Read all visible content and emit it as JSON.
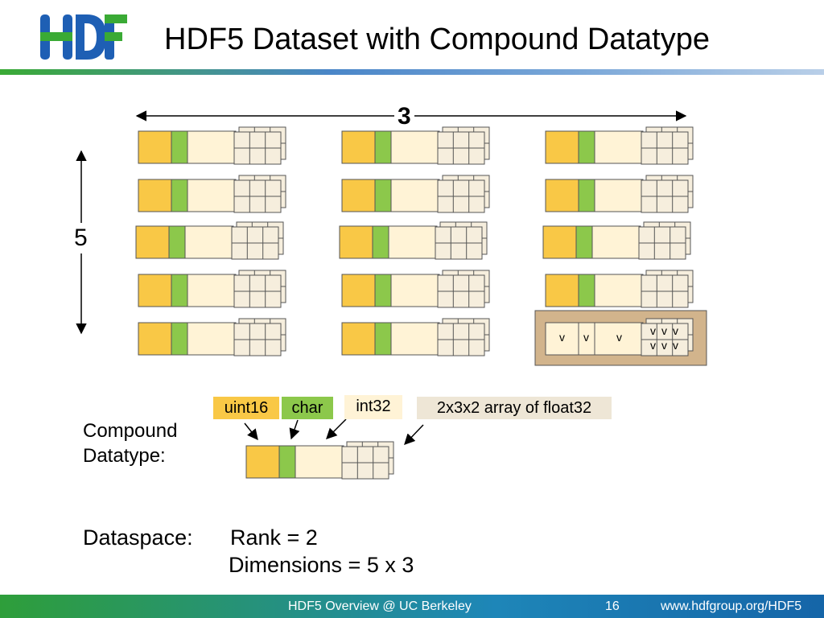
{
  "slide": {
    "title": "HDF5 Dataset with Compound Datatype",
    "logo_text": "HDF",
    "dim_cols_label": "3",
    "dim_rows_label": "5",
    "cell_marks": [
      "v",
      "v",
      "v",
      "v",
      "v",
      "v",
      "v",
      "v",
      "v"
    ]
  },
  "compound": {
    "label_line1": "Compound",
    "label_line2": "Datatype:",
    "fields": [
      "uint16",
      "char",
      "int32",
      "2x3x2 array of float32"
    ]
  },
  "dataspace": {
    "label": "Dataspace:",
    "rank": "Rank = 2",
    "dimensions": "Dimensions = 5 x 3"
  },
  "footer": {
    "center": "HDF5 Overview @ UC Berkeley",
    "page": "16",
    "url": "www.hdfgroup.org/HDF5"
  },
  "colors": {
    "uint16": "#f9c846",
    "char": "#8cc84b",
    "int32": "#fff3d6",
    "float_array": "#f6eedd",
    "highlight": "#d2b48c",
    "header_rule": "#4a86c8",
    "logo_blue": "#1e5fb4",
    "logo_green": "#3aaa35"
  }
}
